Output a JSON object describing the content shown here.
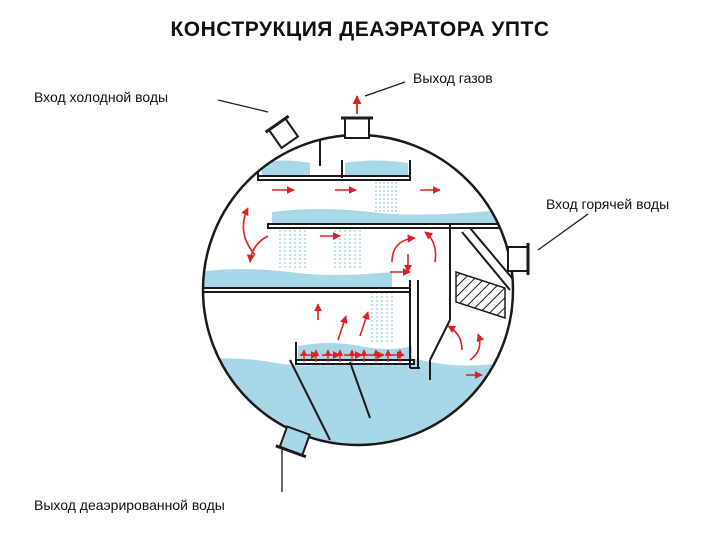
{
  "title": "КОНСТРУКЦИЯ  ДЕАЭРАТОРА  УПТС",
  "labels": {
    "cold_water_inlet": "Вход холодной воды",
    "gas_outlet": "Выход газов",
    "hot_water_inlet": "Вход горячей воды",
    "deaerated_water_outlet": "Выход деаэрированной воды"
  },
  "colors": {
    "water": "#a8d8e8",
    "water_dark": "#6cb8d2",
    "steam_arrow": "#e02020",
    "outline": "#1a1a1a",
    "spray": "#7cc4dc"
  }
}
